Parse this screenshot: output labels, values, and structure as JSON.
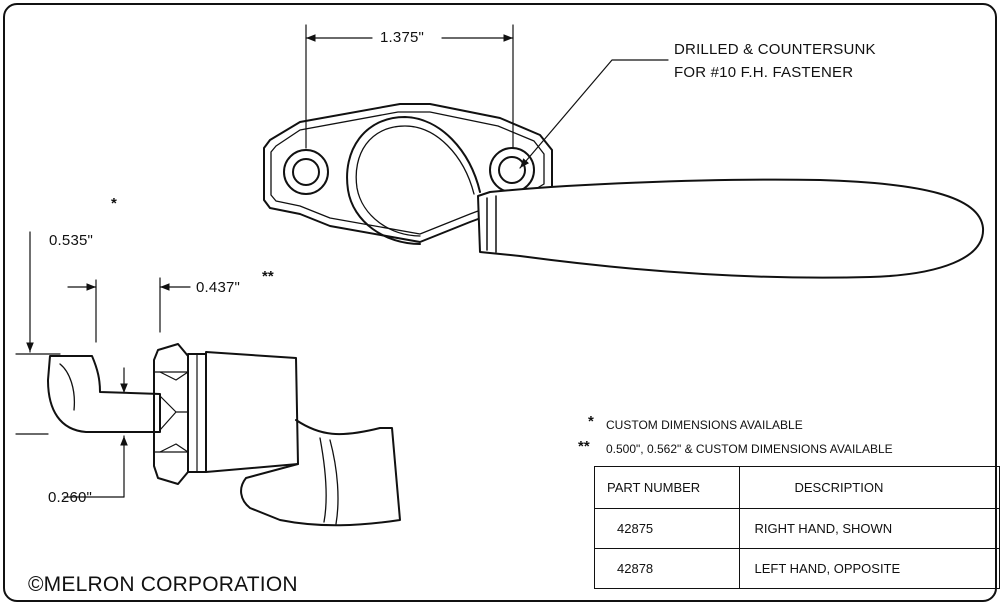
{
  "dimensions": {
    "hole_spacing": "1.375\"",
    "dim_a": "0.535\"",
    "dim_b": "0.437\"",
    "dim_c": "0.260\""
  },
  "callout": {
    "line1": "DRILLED & COUNTERSUNK",
    "line2": "FOR #10 F.H. FASTENER"
  },
  "markers": {
    "single": "*",
    "double": "**"
  },
  "notes": [
    {
      "mark": "*",
      "text": "CUSTOM DIMENSIONS AVAILABLE"
    },
    {
      "mark": "**",
      "text": "0.500\", 0.562\" & CUSTOM DIMENSIONS AVAILABLE"
    }
  ],
  "parts_table": {
    "headers": [
      "PART NUMBER",
      "DESCRIPTION"
    ],
    "rows": [
      [
        "42875",
        "RIGHT HAND, SHOWN"
      ],
      [
        "42878",
        "LEFT HAND, OPPOSITE"
      ]
    ]
  },
  "copyright": "©MELRON CORPORATION"
}
